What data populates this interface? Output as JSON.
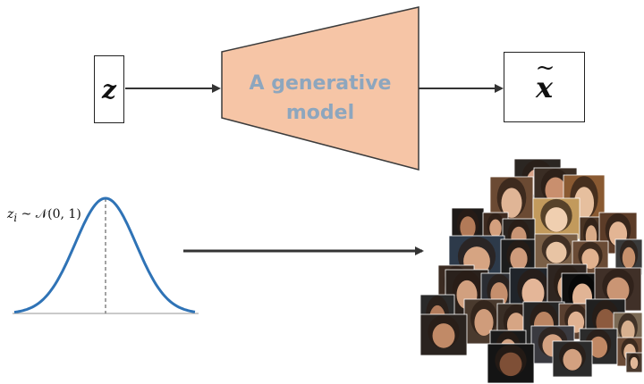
{
  "diagram": {
    "input_symbol": "z",
    "output_symbol": "x",
    "output_accent": "~",
    "model_label": "A generative\nmodel",
    "prior_formula": "z",
    "prior_subscript": "i",
    "prior_rest": " ~ 𝒩(0, 1)"
  },
  "colors": {
    "model_fill": "#f6c5a6",
    "model_text": "#8da6be",
    "curve": "#2f73b6",
    "arrow": "#333333"
  }
}
